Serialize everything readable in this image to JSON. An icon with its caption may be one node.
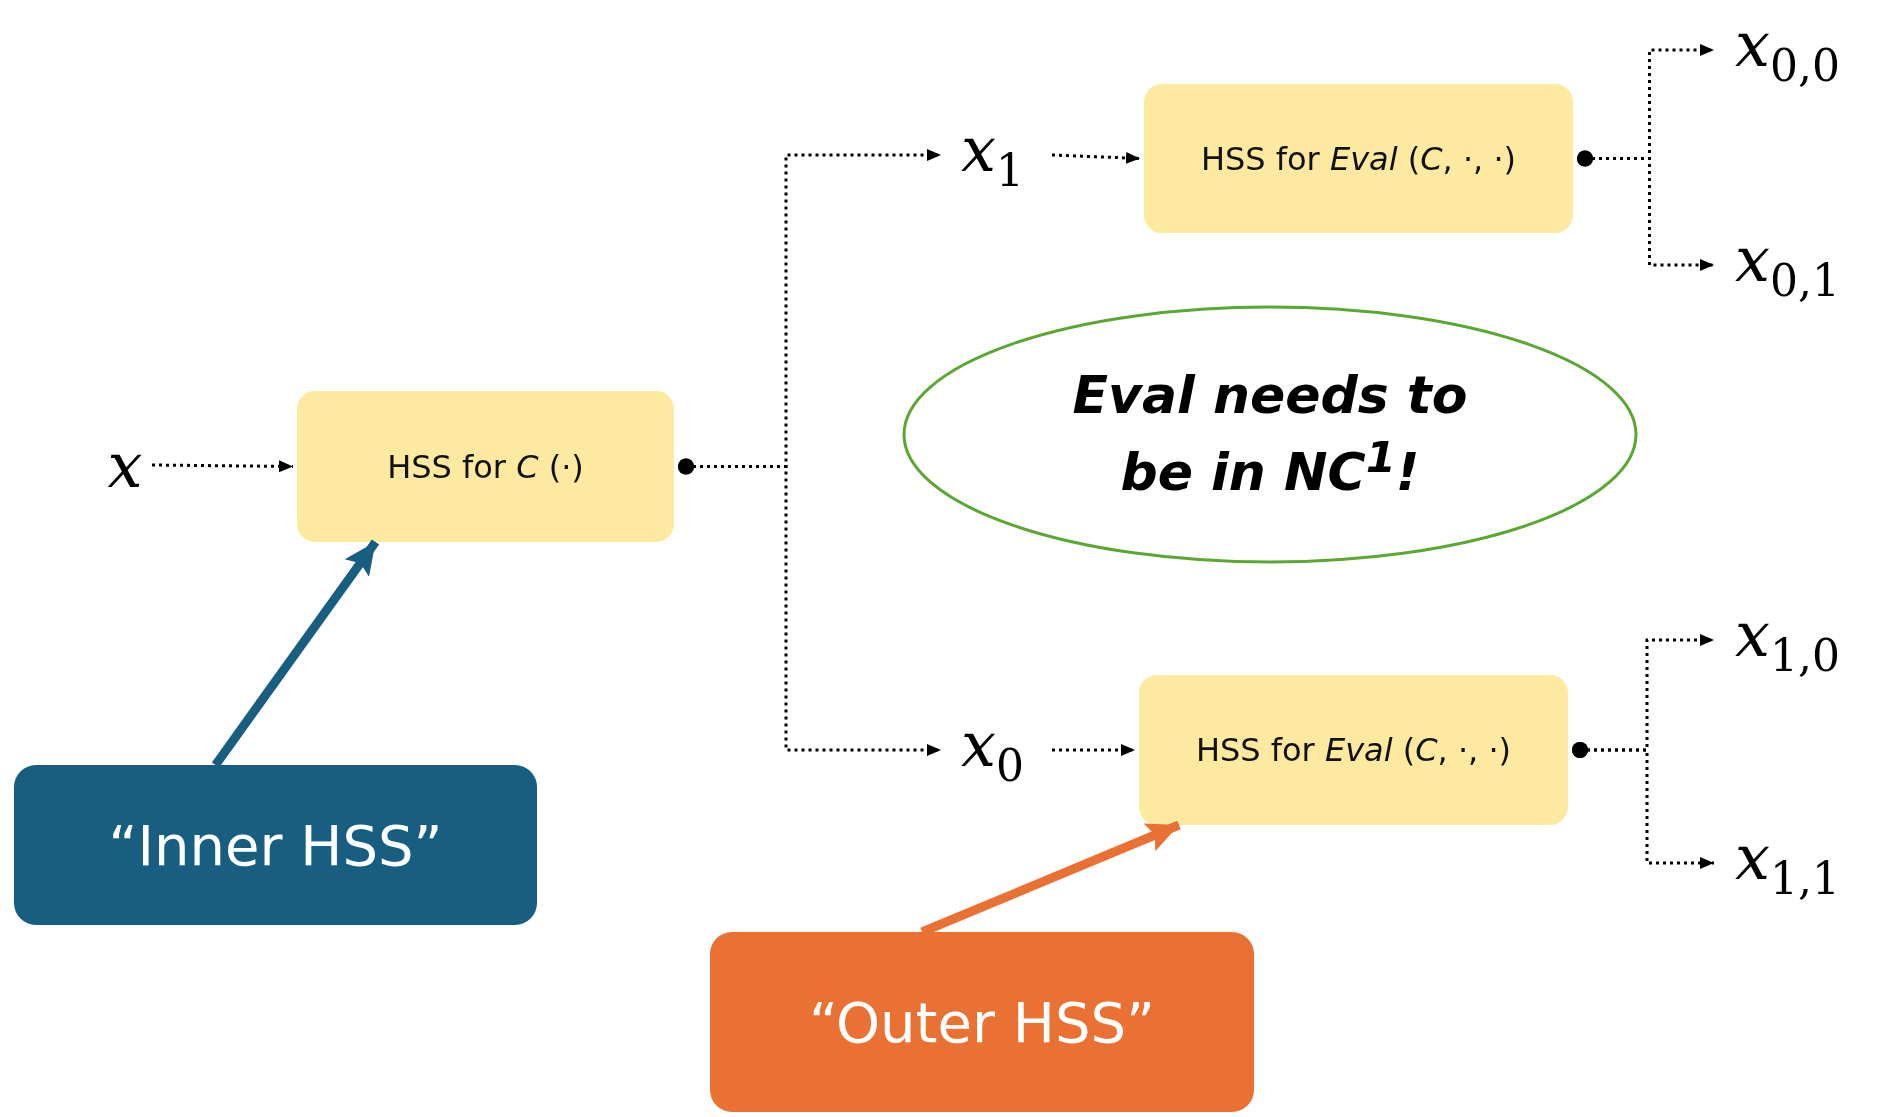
{
  "diagram": {
    "nodes": [
      {
        "text": [
          "*x*"
        ]
      },
      {
        "text": [
          "HSS for *C* (·)"
        ]
      },
      {
        "text": [
          "*x*$_{1}$"
        ]
      },
      {
        "text": [
          "HSS for *Eval* (*C*, ·, ·)"
        ]
      },
      {
        "text": [
          "*x*$_{0,0}$"
        ]
      },
      {
        "text": [
          "*x*$_{0,1}$"
        ]
      },
      {
        "text": [
          "Eval needs to be in *NC*$^{1}$!"
        ]
      },
      {
        "text": [
          "*x*$_{0}$"
        ]
      },
      {
        "text": [
          "HSS for *Eval* (*C*, ·, ·)"
        ]
      },
      {
        "text": [
          "*x*$_{1,0}$"
        ]
      },
      {
        "text": [
          "*x*$_{1,1}$"
        ]
      },
      {
        "text": [
          "“Inner HSS”"
        ]
      },
      {
        "text": [
          "“Outer HSS”"
        ]
      }
    ],
    "edges": [
      {
        "from": 0,
        "to": 1,
        "arrow": "to",
        "style": "dashed"
      },
      {
        "from": 1,
        "to": 2,
        "arrow": "to",
        "style": "dashed"
      },
      {
        "from": 1,
        "to": 7,
        "arrow": "to",
        "style": "dashed"
      },
      {
        "from": 2,
        "to": 3,
        "arrow": "to",
        "style": "dashed"
      },
      {
        "from": 3,
        "to": 4,
        "arrow": "to",
        "style": "dashed"
      },
      {
        "from": 3,
        "to": 5,
        "arrow": "to",
        "style": "dashed"
      },
      {
        "from": 7,
        "to": 8,
        "arrow": "to",
        "style": "dashed"
      },
      {
        "from": 8,
        "to": 9,
        "arrow": "to",
        "style": "dashed"
      },
      {
        "from": 8,
        "to": 10,
        "arrow": "to",
        "style": "dashed"
      },
      {
        "from": 11,
        "to": 1,
        "arrow": "to",
        "style": "thick",
        "color": "#175e80"
      },
      {
        "from": 12,
        "to": 8,
        "arrow": "to",
        "style": "thick",
        "color": "#e87133"
      }
    ]
  }
}
